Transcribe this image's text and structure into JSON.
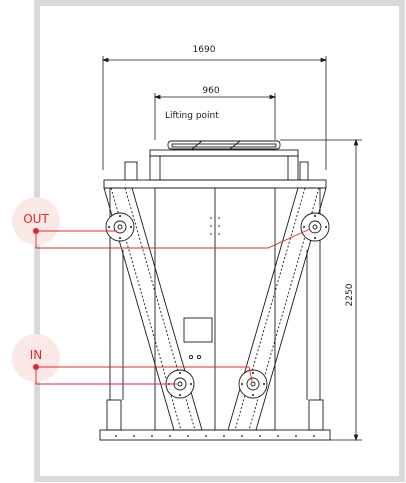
{
  "dimensions": {
    "overall_width": "1690",
    "lifting_width": "960",
    "height": "2250"
  },
  "labels": {
    "lifting_point": "Lifting point",
    "out": "OUT",
    "in": "IN"
  },
  "colors": {
    "frame_border": "#d9d9d9",
    "line": "#1a1a1a",
    "accent": "#e8242b",
    "badge_bg": "#fbe9e8"
  }
}
